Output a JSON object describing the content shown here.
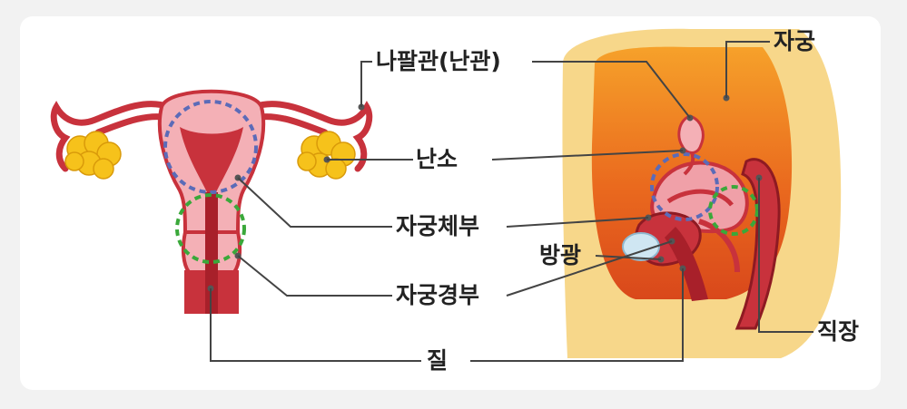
{
  "labels": {
    "fallopian_tube": "나팔관(난관)",
    "ovary": "난소",
    "uterine_body": "자궁체부",
    "bladder": "방광",
    "cervix": "자궁경부",
    "vagina": "질",
    "uterus": "자궁",
    "rectum": "직장"
  },
  "colors": {
    "leader_line": "#444444",
    "organ_red": "#c8323c",
    "organ_pink": "#f4b0b6",
    "ovary_yellow": "#f6c21b",
    "body_yellow": "#f7d78a",
    "body_orange": "#e8551c",
    "body_gradient_top": "#f6a12a",
    "bladder_blue": "#cfe6f2",
    "body_circle": "#5b6bb8",
    "cervix_circle": "#3aa83a"
  }
}
